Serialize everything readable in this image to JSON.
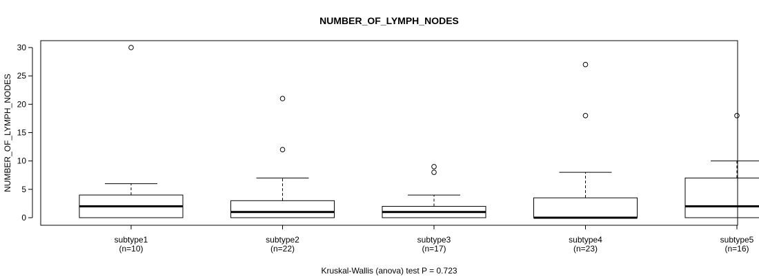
{
  "chart_data": {
    "type": "boxplot",
    "title": "NUMBER_OF_LYMPH_NODES",
    "ylabel": "NUMBER_OF_LYMPH_NODES",
    "xlabel": "Kruskal-Wallis (anova) test P = 0.723",
    "ylim": [
      0,
      30
    ],
    "yticks": [
      0,
      5,
      10,
      15,
      20,
      25,
      30
    ],
    "grid": false,
    "categories": [
      "subtype1",
      "subtype2",
      "subtype3",
      "subtype4",
      "subtype5"
    ],
    "counts": [
      "(n=10)",
      "(n=22)",
      "(n=17)",
      "(n=23)",
      "(n=16)"
    ],
    "boxes": [
      {
        "whisker_low": 0,
        "q1": 0,
        "median": 2,
        "q3": 4,
        "whisker_high": 6,
        "outliers": [
          30
        ]
      },
      {
        "whisker_low": 0,
        "q1": 0,
        "median": 1,
        "q3": 3,
        "whisker_high": 7,
        "outliers": [
          12,
          21
        ]
      },
      {
        "whisker_low": 0,
        "q1": 0,
        "median": 1,
        "q3": 2,
        "whisker_high": 4,
        "outliers": [
          8,
          9
        ]
      },
      {
        "whisker_low": 0,
        "q1": 0,
        "median": 0,
        "q3": 3.5,
        "whisker_high": 8,
        "outliers": [
          18,
          27
        ]
      },
      {
        "whisker_low": 0,
        "q1": 0,
        "median": 2,
        "q3": 7,
        "whisker_high": 10,
        "outliers": [
          18
        ]
      }
    ]
  }
}
